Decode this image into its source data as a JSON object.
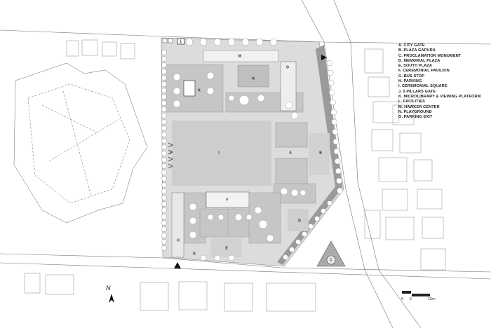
{
  "legend": [
    "A. CITY GATE",
    "B. PLAZA GAPURA",
    "C. PROCLAMATION MONUMENT",
    "D. MEMORIAL PLAZA",
    "E. SOUTH PLAZA",
    "F. CEREMONIAL PAVILION",
    "G. BUS STOP",
    "H. PARKING",
    "I. CEREMONIAL SQUARE",
    "J. 5 PILLARS GATE",
    "K. MICROLIBRARY & VIEWING PLATFORM",
    "L. FACILITIES",
    "M. HAWKER CENTER",
    "N. PLAYGROUND",
    "O. PARKING EXIT"
  ],
  "plan_labels": {
    "a": "A",
    "b": "B",
    "c": "C",
    "d": "D",
    "e": "E",
    "f": "F",
    "g": "G",
    "h": "H",
    "i": "I",
    "j": "J",
    "k": "K",
    "l": "L",
    "m": "M",
    "n": "N",
    "o": "O"
  },
  "north": "N",
  "scale": {
    "zero": "0",
    "mid": "5",
    "end": "15m"
  },
  "colors": {
    "paving": "#d9d9d9",
    "square": "#cfcfcf",
    "edge": "#8a8a8a",
    "dark": "#222222"
  }
}
